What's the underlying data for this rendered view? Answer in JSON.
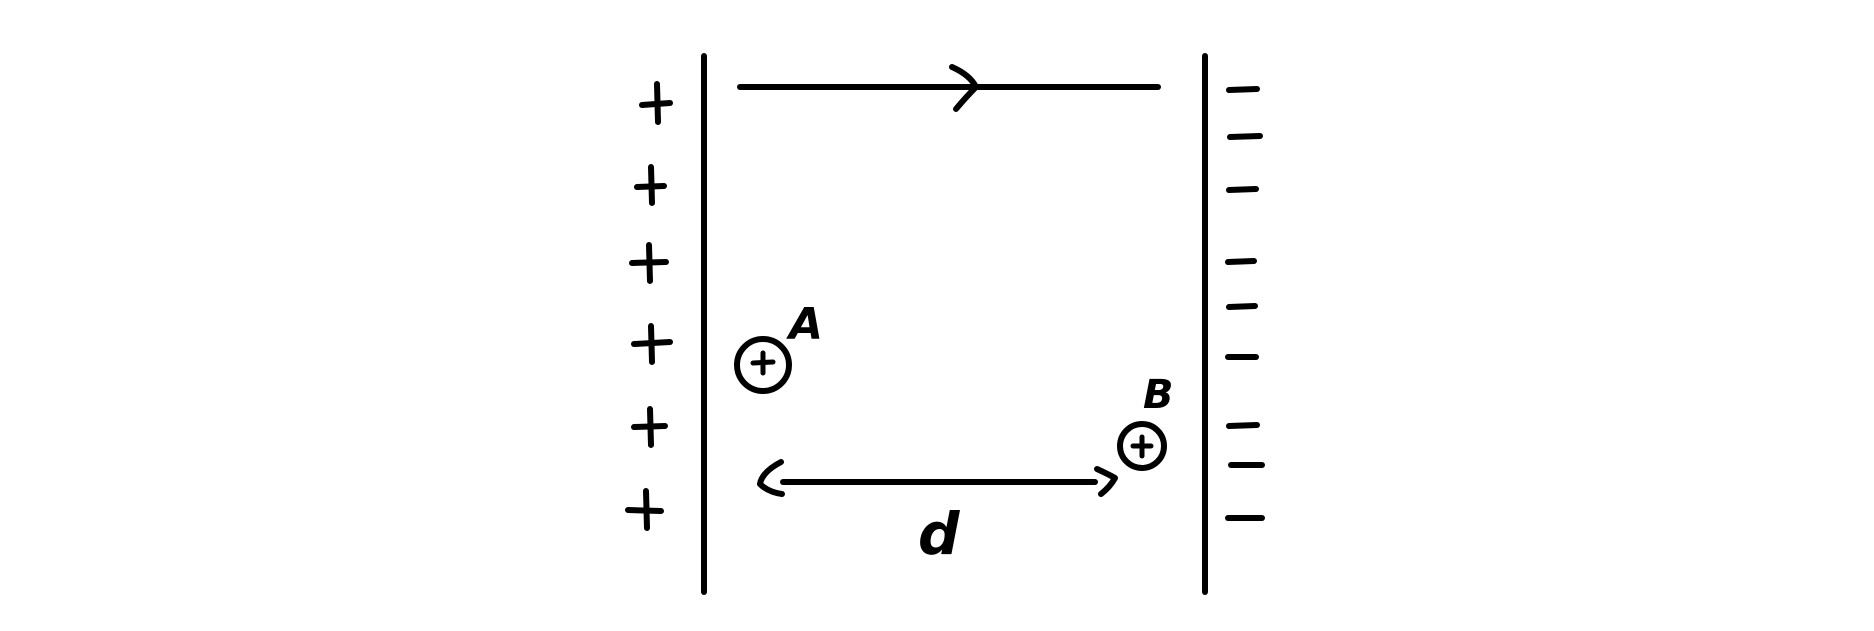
{
  "diagram": {
    "left_plate": {
      "charge_symbol": "+",
      "charge_count": 6
    },
    "right_plate": {
      "charge_symbol": "−",
      "charge_count": 9
    },
    "particle_a": {
      "label": "A",
      "symbol": "+"
    },
    "particle_b": {
      "label": "B",
      "symbol": "+"
    },
    "distance": {
      "label": "d"
    },
    "ink_color": "#000000",
    "background_color": "#ffffff"
  }
}
